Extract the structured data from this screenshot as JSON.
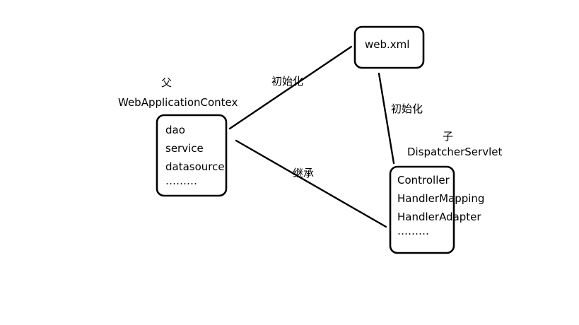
{
  "parent": {
    "caption": "父",
    "title": "WebApplicationContex",
    "items": [
      "dao",
      "service",
      "datasource",
      "………"
    ]
  },
  "webxml": {
    "label": "web.xml"
  },
  "child": {
    "caption": "子",
    "title": "DispatcherServlet",
    "items": [
      "Controller",
      "HandlerMapping",
      "HandlerAdapter",
      "………"
    ]
  },
  "edges": {
    "init_parent": "初始化",
    "init_child": "初始化",
    "inherit": "继承"
  },
  "stroke_color": "#000000"
}
